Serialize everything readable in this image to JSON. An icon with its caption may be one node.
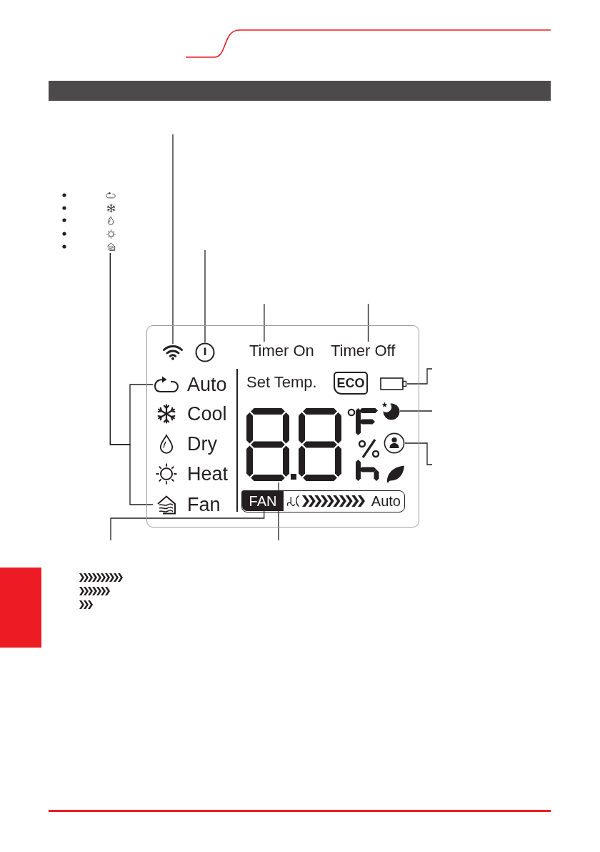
{
  "diagram": {
    "nodes": [
      {
        "text": [],
        "shape": "picture"
      },
      {
        "text": [],
        "shape": "box"
      },
      {
        "text": [],
        "shape": "picture",
        "in": 1
      },
      {
        "text": [],
        "shape": "picture",
        "in": 1
      },
      {
        "text": [
          "Timer On"
        ],
        "in": 1
      },
      {
        "text": [
          "Timer Off"
        ],
        "in": 1
      },
      {
        "text": [
          "Auto"
        ],
        "in": 1
      },
      {
        "text": [
          "ECO"
        ],
        "in": 1
      },
      {
        "text": [],
        "shape": "box",
        "in": 1
      },
      {
        "text": [
          "Cool"
        ],
        "in": 1
      },
      {
        "text": [],
        "shape": "picture",
        "in": 1
      },
      {
        "text": [],
        "shape": "picture",
        "in": 1
      },
      {
        "text": [
          "Dry"
        ],
        "in": 1
      },
      {
        "text": [],
        "shape": "picture",
        "in": 1
      },
      {
        "text": [
          "Heat"
        ],
        "in": 1
      },
      {
        "text": [
          "Fan"
        ],
        "in": 1
      },
      {
        "text": [
          "Auto"
        ],
        "in": 1
      },
      {
        "text": [
          "FAN"
        ],
        "in": 16
      },
      {
        "text": [],
        "shape": "box"
      }
    ],
    "edges": [
      {
        "from": null,
        "to": 2,
        "arrow": "none"
      },
      {
        "from": null,
        "to": 3,
        "arrow": "none"
      },
      {
        "from": null,
        "to": 4,
        "arrow": "none"
      },
      {
        "from": null,
        "to": 5,
        "arrow": "none"
      },
      {
        "from": 0,
        "to": 6,
        "arrow": "none"
      },
      {
        "from": 0,
        "to": 15,
        "arrow": "none"
      },
      {
        "from": null,
        "to": 8,
        "arrow": "none"
      },
      {
        "from": null,
        "to": 11,
        "arrow": "none"
      },
      {
        "from": null,
        "to": 13,
        "arrow": "none"
      },
      {
        "from": null,
        "to": 17,
        "arrow": "none"
      },
      {
        "from": null,
        "to": 10,
        "arrow": "none"
      }
    ],
    "labels": [
      "Set Temp."
    ]
  }
}
